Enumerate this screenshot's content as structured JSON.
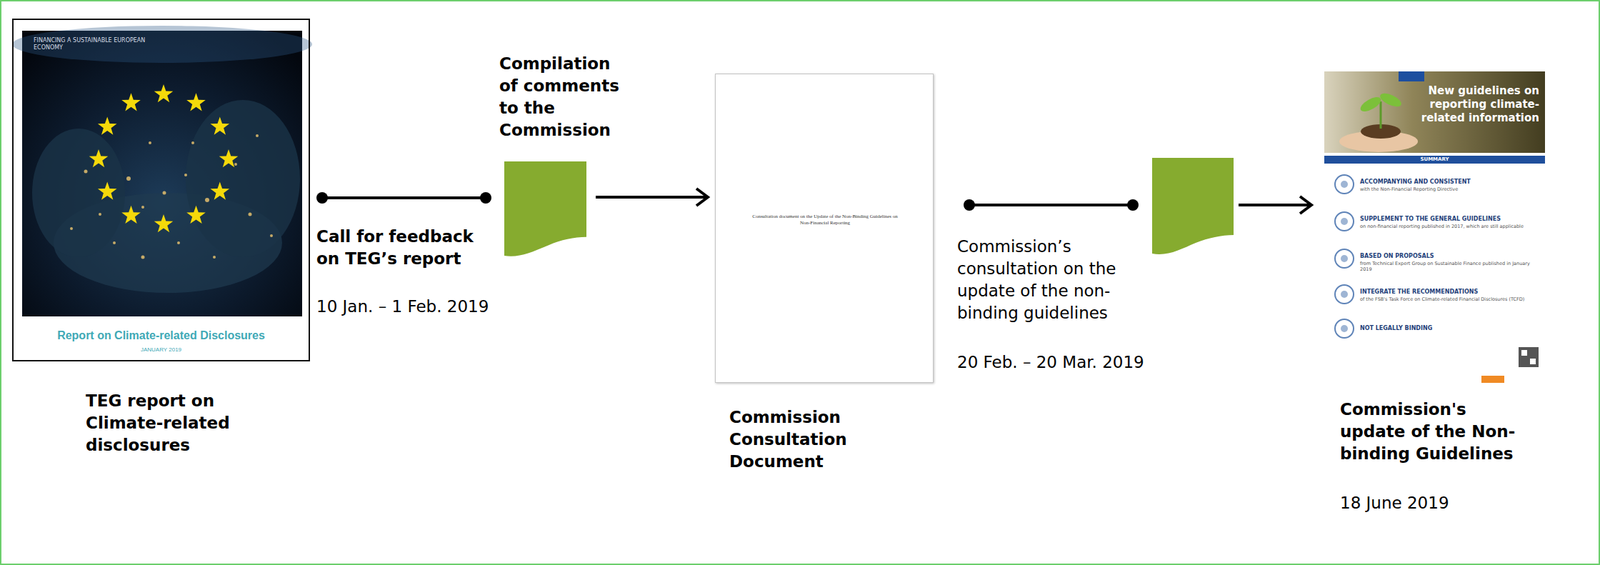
{
  "diagram": {
    "nodes": [
      {
        "text": [
          "FINANCING A SUSTAINABLE EUROPEAN ECONOMY",
          "Report on Climate-related Disclosures",
          "JANUARY 2019",
          "TEG report on Climate-related disclosures"
        ]
      },
      {
        "text": [
          "Compilation of comments to the Commission"
        ]
      },
      {
        "text": [
          "Consultation document on the Update of the Non-Binding Guidelines on Non-Financial Reporting",
          "Commission Consultation Document"
        ]
      },
      {
        "text": [
          "New guidelines on reporting climate-related information",
          "SUMMARY",
          "ACCOMPANYING AND CONSISTENT",
          "with the Non-Financial Reporting Directive",
          "SUPPLEMENT TO THE GENERAL GUIDELINES",
          "on non-financial reporting published in 2017, which are still applicable",
          "BASED ON PROPOSALS",
          "from Technical Expert Group on Sustainable Finance published in January 2019",
          "INTEGRATE THE RECOMMENDATIONS",
          "of the FSB's Task Force on Climate-related Financial Disclosures (TCFD)",
          "NOT LEGALLY BINDING",
          "Commission's update of the Non-binding Guidelines"
        ]
      }
    ],
    "edges": [
      {
        "from": 0,
        "to": 1,
        "arrow": "none",
        "label": "Call for feedback on TEG’s report"
      },
      {
        "from": 1,
        "to": 2,
        "arrow": "to"
      },
      {
        "from": 2,
        "to": 3,
        "arrow": "to",
        "label": "Commission’s consultation on the update of the non-binding guidelines"
      }
    ],
    "labels": [
      "10 Jan. – 1 Feb. 2019",
      "20 Feb. – 20 Mar. 2019",
      "18 June 2019"
    ]
  }
}
